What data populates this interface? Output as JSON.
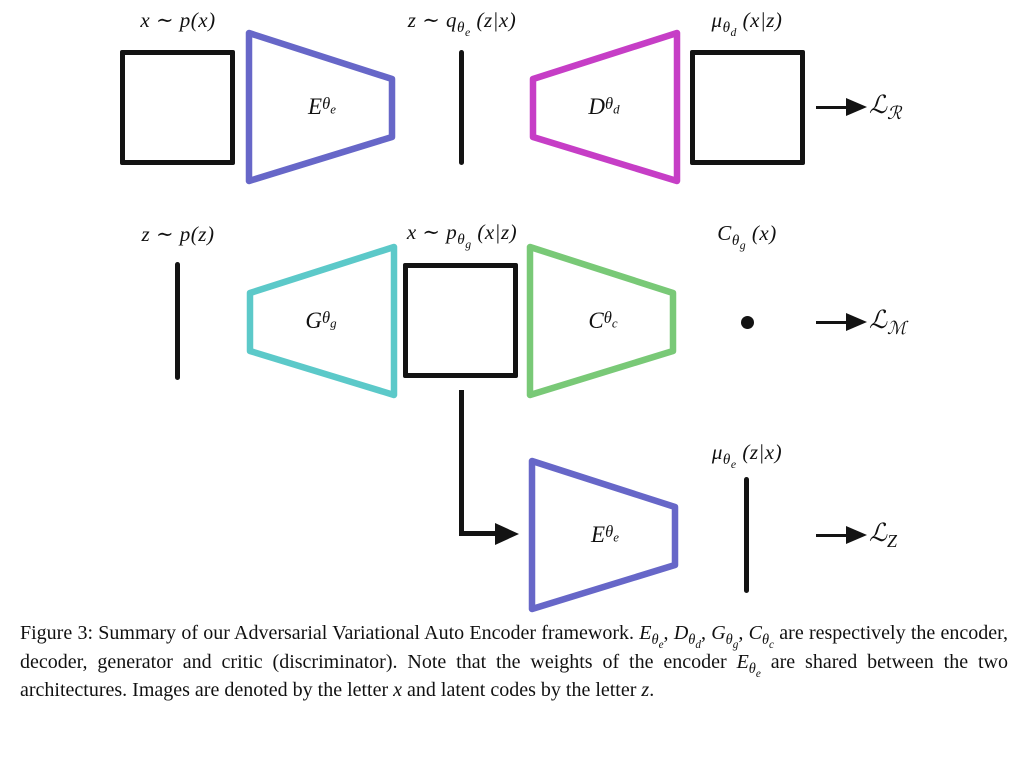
{
  "colors": {
    "encoder": "#6767c8",
    "decoder": "#c63ec6",
    "generator": "#5cc9c9",
    "critic": "#79c977",
    "ink": "#131313"
  },
  "diagram": {
    "row1": {
      "input_label": [
        {
          "t": "x ∼ p(x)"
        }
      ],
      "encoder_label": [
        {
          "b": "E",
          "s": "θ",
          "ss": "e"
        }
      ],
      "latent_label": [
        {
          "t": "z ∼ "
        },
        {
          "b": "q",
          "s": "θ",
          "ss": "e"
        },
        {
          "t": " (z|x)"
        }
      ],
      "decoder_label": [
        {
          "b": "D",
          "s": "θ",
          "ss": "d"
        }
      ],
      "output_label": [
        {
          "b": "μ",
          "s": "θ",
          "ss": "d"
        },
        {
          "t": " (x|z)"
        }
      ],
      "loss_label": [
        {
          "b": "ℒ",
          "s": "ℛ"
        }
      ]
    },
    "row2": {
      "latent_label": [
        {
          "t": "z ∼ p(z)"
        }
      ],
      "generator_label": [
        {
          "b": "G",
          "s": "θ",
          "ss": "g"
        }
      ],
      "sample_label": [
        {
          "t": "x ∼ "
        },
        {
          "b": "p",
          "s": "θ",
          "ss": "g"
        },
        {
          "t": " (x|z)"
        }
      ],
      "critic_label": [
        {
          "b": "C",
          "s": "θ",
          "ss": "c"
        }
      ],
      "score_label": [
        {
          "b": "C",
          "s": "θ",
          "ss": "g"
        },
        {
          "t": " (x)"
        }
      ],
      "loss_label": [
        {
          "b": "ℒ",
          "s": "ℳ"
        }
      ]
    },
    "row3": {
      "encoder_label": [
        {
          "b": "E",
          "s": "θ",
          "ss": "e"
        }
      ],
      "latent_label": [
        {
          "b": "μ",
          "s": "θ",
          "ss": "e"
        },
        {
          "t": " (z|x)"
        }
      ],
      "loss_label": [
        {
          "b": "ℒ",
          "s": "Z"
        }
      ]
    }
  },
  "caption": {
    "segments": [
      {
        "t": "Figure 3:  Summary of our Adversarial Variational Auto Encoder framework.  "
      },
      {
        "b": "E",
        "s": "θ",
        "ss": "e"
      },
      {
        "t": ", "
      },
      {
        "b": "D",
        "s": "θ",
        "ss": "d"
      },
      {
        "t": ", "
      },
      {
        "b": "G",
        "s": "θ",
        "ss": "g"
      },
      {
        "t": ", "
      },
      {
        "b": "C",
        "s": "θ",
        "ss": "c"
      },
      {
        "t": " are respectively the encoder, decoder, generator and critic (discriminator). Note that the weights of the encoder "
      },
      {
        "b": "E",
        "s": "θ",
        "ss": "e"
      },
      {
        "t": " are shared between the two architectures. Images are denoted by the letter "
      },
      {
        "b": "x"
      },
      {
        "t": " and latent codes by the letter "
      },
      {
        "b": "z"
      },
      {
        "t": "."
      }
    ]
  }
}
